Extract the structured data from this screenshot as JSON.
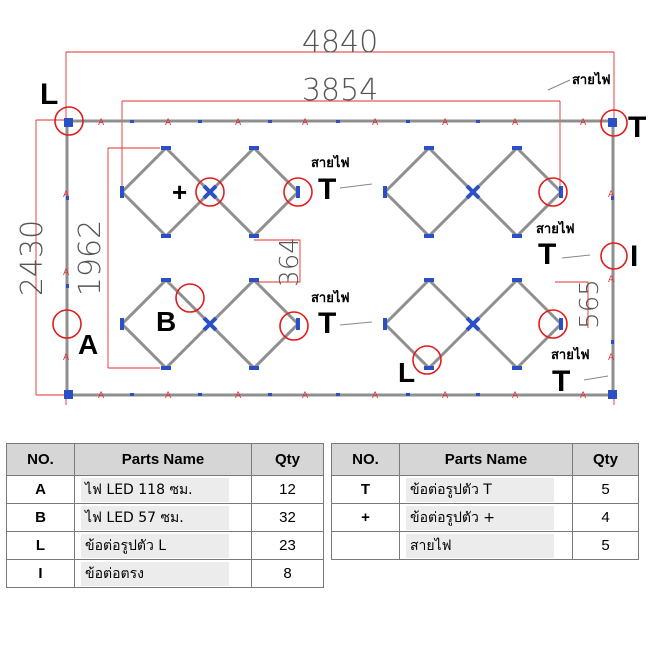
{
  "dimensions": {
    "total_width": "4840",
    "inner_width": "3854",
    "total_height": "2430",
    "inner_height": "1962",
    "gap": "364",
    "offset": "565"
  },
  "markers": {
    "L": "L",
    "T": "T",
    "I": "I",
    "A": "A",
    "B": "B",
    "plus": "+"
  },
  "cable_label": "สายไฟ",
  "tables": {
    "left": {
      "headers": [
        "NO.",
        "Parts Name",
        "Qty"
      ],
      "rows": [
        {
          "no": "A",
          "name": "ไฟ LED 118 ซม.",
          "qty": "12"
        },
        {
          "no": "B",
          "name": "ไฟ LED 57 ซม.",
          "qty": "32"
        },
        {
          "no": "L",
          "name": "ข้อต่อรูปตัว L",
          "qty": "23"
        },
        {
          "no": "I",
          "name": "ข้อต่อตรง",
          "qty": "8"
        }
      ]
    },
    "right": {
      "headers": [
        "NO.",
        "Parts Name",
        "Qty"
      ],
      "rows": [
        {
          "no": "T",
          "name": "ข้อต่อรูปตัว T",
          "qty": "5"
        },
        {
          "no": "+",
          "name": "ข้อต่อรูปตัว +",
          "qty": "4"
        },
        {
          "no": "",
          "name": "สายไฟ",
          "qty": "5"
        }
      ]
    }
  },
  "colors": {
    "frame": "#9a9a9a",
    "joint": "#2a4fc6",
    "dimension": "#e03030",
    "highlight": "#e21b1b"
  }
}
